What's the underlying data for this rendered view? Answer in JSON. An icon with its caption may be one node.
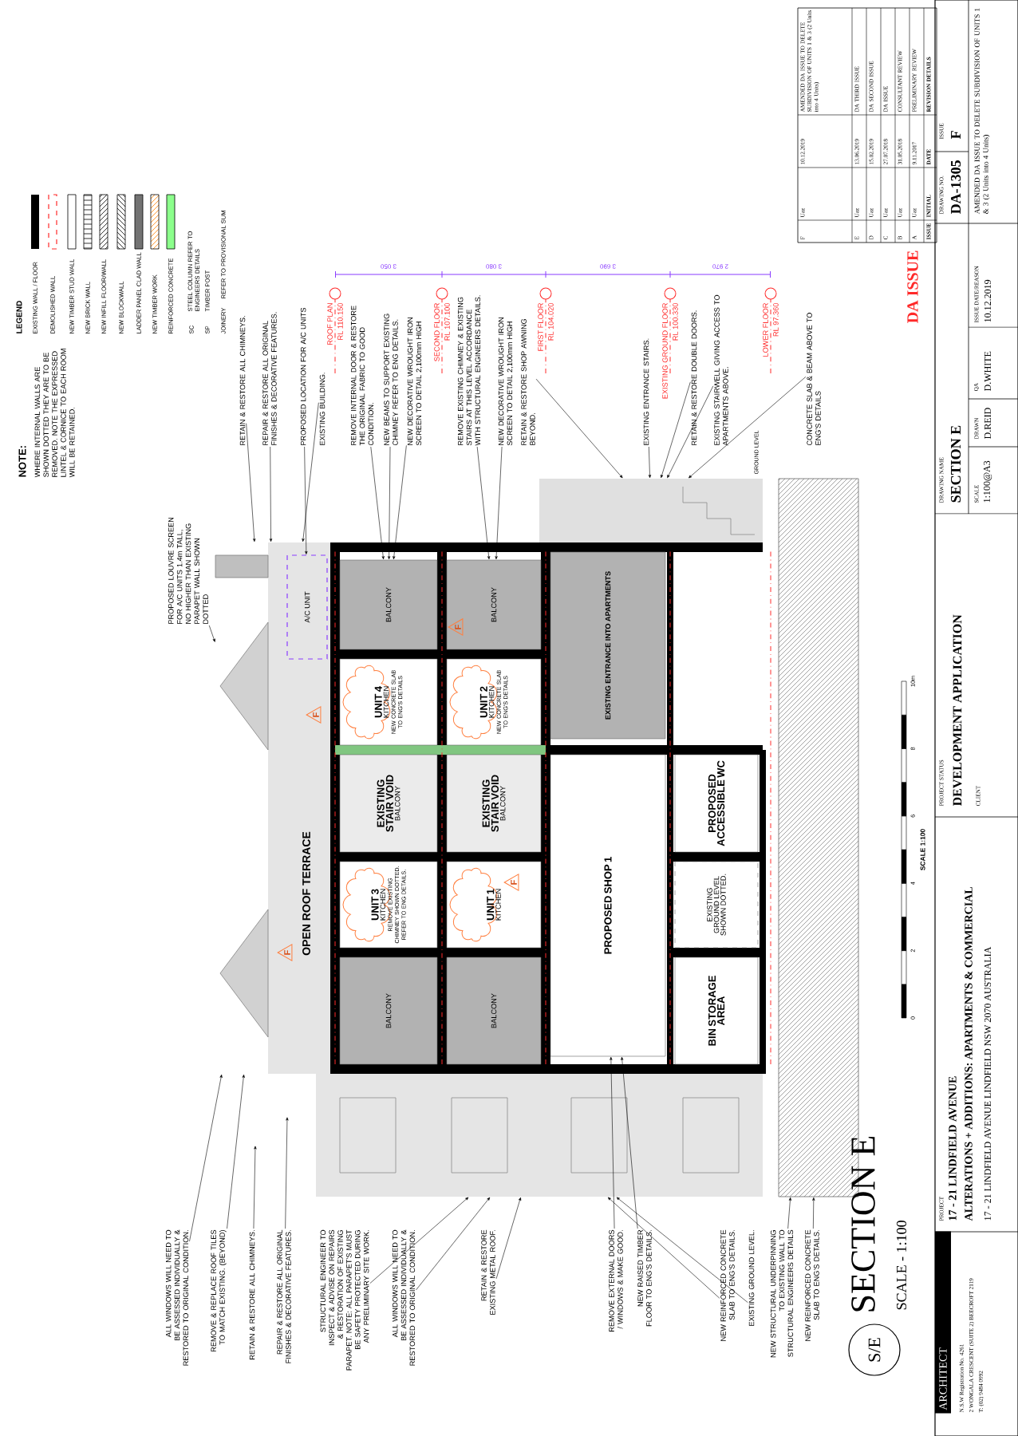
{
  "diagram": {
    "title": "SECTION E",
    "nodes": [
      {
        "text": [
          "ALL WINDOWS WILL NEED TO BE ASSESSED INDIVIDUALLY & RESTORED TO ORIGINAL CONDITION."
        ]
      },
      {
        "text": [
          "REMOVE & REPLACE ROOF TILES TO MATCH EXISTING. (BEYOND)"
        ]
      },
      {
        "text": [
          "RETAIN & RESTORE ALL CHIMNEYS."
        ]
      },
      {
        "text": [
          "REPAIR & RESTORE ALL ORIGINAL FINISHES & DECORATIVE FEATURES."
        ]
      },
      {
        "text": [
          "STRUCTURAL ENGINEER TO INSPECT & ADVISE ON REPAIRS & RESTORATION OF EXISTING PARAPET. NOTE: ALL PARAPET'S MUST BE SAFETY PROTECTED DURING ANY PRELIMINARY SITE WORK."
        ]
      },
      {
        "text": [
          "ALL WINDOWS WILL NEED TO BE ASSESSED INDIVIDUALLY & RESTORED TO ORIGINAL CONDITION."
        ]
      },
      {
        "text": [
          "RETAIN & RESTORE EXISTING METAL ROOF."
        ]
      },
      {
        "text": [
          "REMOVE EXTERNAL DOORS / WINDOWS & MAKE GOOD."
        ]
      },
      {
        "text": [
          "NEW RAISED TIMBER FLOOR TO ENG'S DETAILS."
        ]
      },
      {
        "text": [
          "NEW REINFORCED CONCRETE SLAB TO ENG'S DETAILS."
        ]
      },
      {
        "text": [
          "EXISTING GROUND LEVEL."
        ]
      },
      {
        "text": [
          "NEW STRUCTURAL UNDERPINNING TO EXISTING WALL TO STRUCTURAL ENGINEERS DETAILS"
        ]
      },
      {
        "text": [
          "NEW REINFORCED CONCRETE SLAB TO ENG'S DETAILS."
        ]
      },
      {
        "text": [
          "PROPOSED LOUVRE SCREEN FOR A/C UNITS 1.4m TALL, NO HIGHER THAN EXISTING PARAPET WALL SHOWN DOTTED"
        ]
      },
      {
        "text": [
          "RETAIN & RESTORE ALL CHIMNEYS."
        ]
      },
      {
        "text": [
          "REPAIR & RESTORE ALL ORIGINAL FINISHES & DECORATIVE FEATURES."
        ]
      },
      {
        "text": [
          "PROPOSED LOCATION FOR A/C UNITS"
        ]
      },
      {
        "text": [
          "EXISTING BUILDING."
        ]
      },
      {
        "text": [
          "REMOVE INTERNAL DOOR & RESTORE THE ORIGINAL FABRIC TO GOOD CONDITION."
        ]
      },
      {
        "text": [
          "NEW BEAMS TO SUPPORT EXISTING CHIMNEY REFER TO ENG DETAILS."
        ]
      },
      {
        "text": [
          "NEW DECORATIVE WROUGHT IRON SCREEN TO DETAIL 2,100mm HIGH"
        ]
      },
      {
        "text": [
          "REMOVE EXISTING CHIMNEY & EXISTING STAIRS AT THIS LEVEL ACCORDANCE WITH STRUCTURAL ENGINEERS DETAILS."
        ]
      },
      {
        "text": [
          "NEW DECORATIVE WROUGHT IRON SCREEN TO DETAIL 2,100mm HIGH"
        ]
      },
      {
        "text": [
          "RETAIN & RESTORE SHOP AWNING BEYOND."
        ]
      },
      {
        "text": [
          "EXISTING ENTRANCE STAIRS."
        ]
      },
      {
        "text": [
          "RETAIN & RESTORE DOUBLE DOORS."
        ]
      },
      {
        "text": [
          "EXISTING STAIRWELL GIVING ACCESS TO APARTMENTS ABOVE."
        ]
      },
      {
        "text": [
          "CONCRETE SLAB & BEAM ABOVE TO ENG'S DETAILS"
        ]
      },
      {
        "text": [
          "BALCONY"
        ]
      },
      {
        "text": [
          "UNIT 4",
          "KITCHEN",
          "NEW CONCRETE SLAB TO ENG'S DETAILS"
        ]
      },
      {
        "text": [
          "EXISTING STAIR VOID",
          "BALCONY"
        ]
      },
      {
        "text": [
          "UNIT 3",
          "KITCHEN",
          "REMOVE EXISTING CHIMNEY SHOWN DOTTED. REFER TO ENG DETAILS."
        ]
      },
      {
        "text": [
          "BALCONY"
        ]
      },
      {
        "text": [
          "BALCONY"
        ]
      },
      {
        "text": [
          "UNIT 2",
          "KITCHEN",
          "NEW CONCRETE SLAB TO ENG'S DETAILS"
        ]
      },
      {
        "text": [
          "EXISTING STAIR VOID",
          "BALCONY"
        ]
      },
      {
        "text": [
          "UNIT 1",
          "KITCHEN"
        ]
      },
      {
        "text": [
          "BALCONY"
        ]
      },
      {
        "text": [
          "EXISTING ENTRANCE INTO APARTMENTS"
        ]
      },
      {
        "text": [
          "PROPOSED SHOP 1"
        ]
      },
      {
        "text": [
          "PROPOSED ACCESSIBLE WC"
        ]
      },
      {
        "text": [
          "EXISTING GROUND LEVEL SHOWN DOTTED."
        ]
      },
      {
        "text": [
          "BIN STORAGE AREA"
        ]
      },
      {
        "text": [
          "A/C UNIT"
        ],
        "in": 44
      },
      {
        "text": [],
        "shape": "picture"
      },
      {
        "text": [],
        "shape": "picture"
      },
      {
        "text": [],
        "shape": "picture"
      },
      {
        "text": [],
        "shape": "picture"
      }
    ],
    "edges": [
      {
        "from": 0,
        "to": 44,
        "arrow": "to"
      },
      {
        "from": 1,
        "to": 44,
        "arrow": "to"
      },
      {
        "from": 2,
        "to": null,
        "arrow": "to"
      },
      {
        "from": 3,
        "to": null,
        "arrow": "to"
      },
      {
        "from": 4,
        "to": 45,
        "arrow": "to"
      },
      {
        "from": 5,
        "to": 45,
        "arrow": "to"
      },
      {
        "from": 6,
        "to": 45,
        "arrow": "to"
      },
      {
        "from": 7,
        "to": 39,
        "arrow": "to"
      },
      {
        "from": 8,
        "to": 39,
        "arrow": "to"
      },
      {
        "from": 9,
        "to": 45,
        "arrow": "to"
      },
      {
        "from": 10,
        "to": 45,
        "arrow": "to"
      },
      {
        "from": 11,
        "to": 47,
        "arrow": "to"
      },
      {
        "from": 12,
        "to": 47,
        "arrow": "to"
      },
      {
        "from": 13,
        "to": 44,
        "arrow": "to"
      },
      {
        "from": 14,
        "to": 44,
        "arrow": "to"
      },
      {
        "from": 15,
        "to": 44,
        "arrow": "to"
      },
      {
        "from": 16,
        "to": 43,
        "arrow": "to"
      },
      {
        "from": 17,
        "to": 44,
        "arrow": "to"
      },
      {
        "from": 18,
        "to": 28,
        "arrow": "to"
      },
      {
        "from": 19,
        "to": 28,
        "arrow": "to"
      },
      {
        "from": 20,
        "to": 28,
        "arrow": "to"
      },
      {
        "from": 21,
        "to": 33,
        "arrow": "to"
      },
      {
        "from": 22,
        "to": 33,
        "arrow": "to"
      },
      {
        "from": 23,
        "to": 46,
        "arrow": "to"
      },
      {
        "from": 24,
        "to": 46,
        "arrow": "to"
      },
      {
        "from": 25,
        "to": 46,
        "arrow": "to"
      },
      {
        "from": 26,
        "to": 46,
        "arrow": "to"
      },
      {
        "from": 27,
        "to": 46,
        "arrow": "to"
      }
    ],
    "labels": [
      "OPEN ROOF TERRACE",
      "F",
      "F",
      "F",
      "F",
      "ROOF PLAN",
      "RL 110.150",
      "SECOND FLOOR",
      "RL 107.100",
      "FIRST FLOOR",
      "RL 104.020",
      "EXISTING GROUND FLOOR",
      "RL 100.330",
      "LOWER FLOOR",
      "RL 97.360",
      "GROUND LEVEL",
      "3 050",
      "3 080",
      "3 690",
      "2 970",
      "0",
      "2",
      "4",
      "6",
      "8",
      "10m",
      "SCALE 1:100",
      "S/E",
      "SCALE - 1:100",
      "ARCHITECT",
      "N.S.W Registration No. 4261",
      "2 WONGALA CRESCENT (SUITE 2) BEECROFT 2119",
      "T: (02) 9484 0992",
      "PROJECT",
      "17 - 21 LINDFIELD AVENUE",
      "ALTERATIONS + ADDITIONS: APARTMENTS & COMMERCIAL",
      "17 - 21 LINDFIELD AVENUE LINDFIELD NSW 2070 AUSTRALIA",
      "PROJECT STATUS",
      "DEVELOPMENT APPLICATION",
      "CLIENT",
      "DRAWING NAME",
      "SECTION E",
      "DRAWING NO.",
      "DA-1305",
      "ISSUE",
      "F",
      "SCALE",
      "1:100@A3",
      "DRAWN",
      "D.REID",
      "QA",
      "D.WHITE",
      "ISSUE DATE/REASON",
      "10.12.2019",
      "AMENDED DA ISSUE TO DELETE SUBDIVISION OF UNITS 1 & 3 (2 Units into 4 Units)",
      "DA ISSUE",
      "F",
      "Uaz",
      "10.12.2019",
      "AMENDED DA ISSUE TO DELETE SUBDIVISION OF UNITS 1 & 3 (2 Units into 4 Units)",
      "E",
      "Uaz",
      "13.06.2019",
      "DA THIRD ISSUE",
      "D",
      "Uaz",
      "15.02.2019",
      "DA SECOND ISSUE",
      "C",
      "Uaz",
      "27.07.2018",
      "DA ISSUE",
      "B",
      "Uaz",
      "31.05.2018",
      "CONSULTANT REVIEW",
      "A",
      "Uaz",
      "9.11.2017",
      "PRELIMINARY REVIEW",
      "ISSUE",
      "INITIAL",
      "DATE",
      "REVISION DETAILS",
      "NOTE:",
      "WHERE INTERNAL WALLS ARE SHOWN DOTTED THEY ARE TO BE REMOVED. NOTE THE EXPRESSED LINTEL & CORNICE TO EACH ROOM WILL BE RETAINED.",
      "LEGEND",
      "SC",
      "STEEL COLUMN REFER TO ENGINEERS DETAILS",
      "SP",
      "TIMBER POST",
      "JOINERY",
      "REFER TO PROVISIONAL SUM"
    ],
    "legend": [
      {
        "text": "EXISTING WALL / FLOOR",
        "color": "#000000"
      },
      {
        "text": "DEMOLISHED WALL"
      },
      {
        "text": "NEW TIMBER STUD WALL"
      },
      {
        "text": "NEW BRICK WALL"
      },
      {
        "text": "NEW INFILL FLOOR/WALL"
      },
      {
        "text": "NEW BLOCKWALL"
      },
      {
        "text": "LADDER PANEL CLAD WALL"
      },
      {
        "text": "NEW TIMBER WORK"
      },
      {
        "text": "REINFORCED CONCRETE"
      }
    ]
  }
}
